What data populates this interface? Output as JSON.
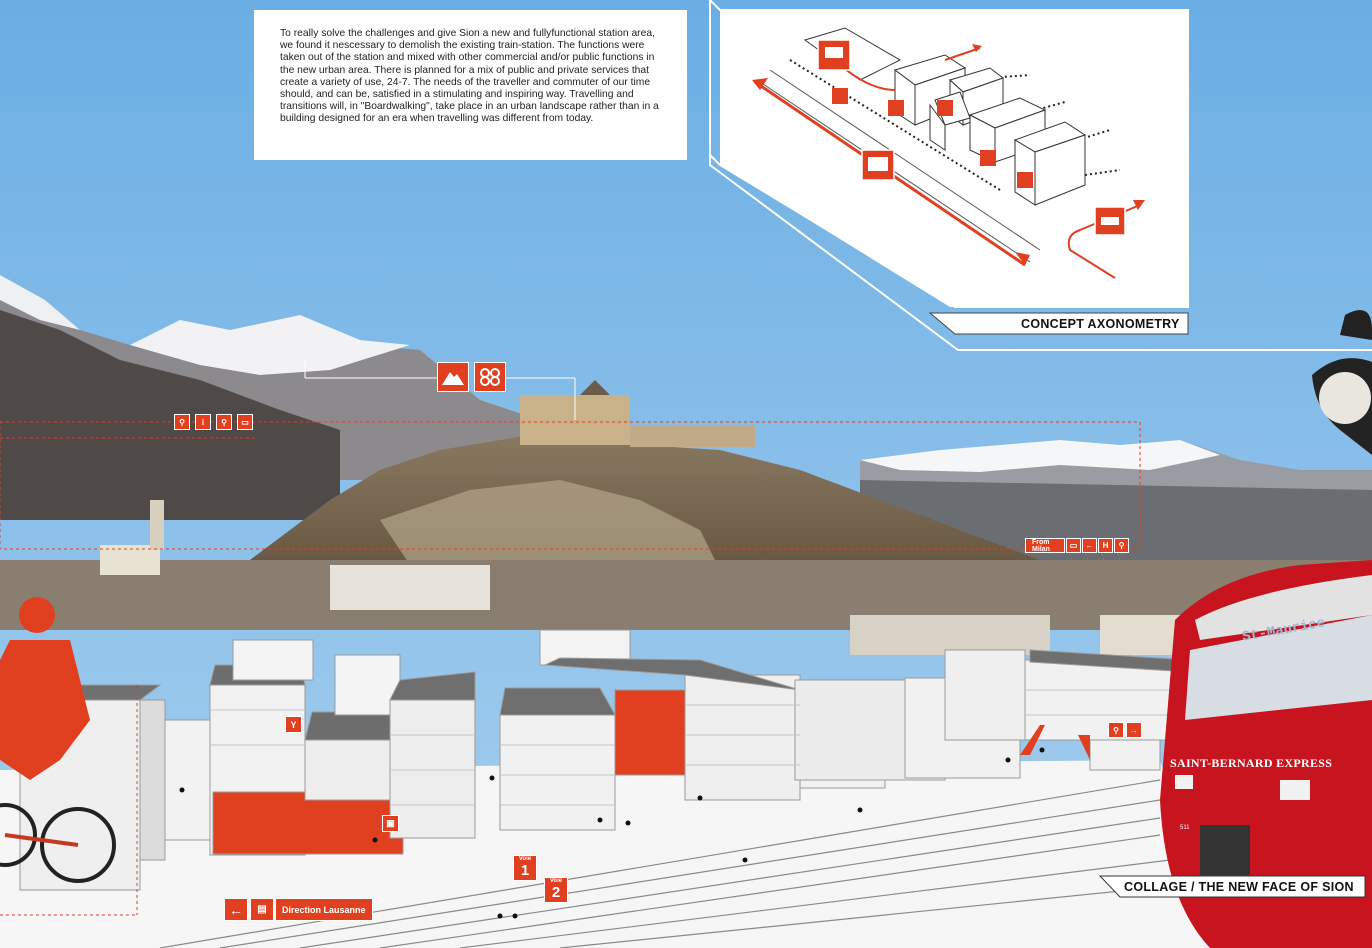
{
  "intro_text": "To really solve the challenges and give Sion a new and fullyfunctional station area, we found it nescessary to demolish the existing train-station. The functions were taken out of the station and mixed with other commercial and/or public functions in the new urban area. There is planned for a mix of public and private services that create a variety of use, 24-7. The needs of the traveller and commuter of our time should, and can be, satisfied in a stimulating and inspiring way. Travelling and transitions will, in \"Boardwalking\", take place in an urban landscape rather than in a building designed for an era when travelling was different from today.",
  "captions": {
    "axonometry": "CONCEPT AXONOMETRY",
    "collage": "COLLAGE / THE NEW FACE OF SION"
  },
  "tags": {
    "from_milan": "From Milan",
    "direction_lausanne": "Direction Lausanne"
  },
  "platforms": {
    "voie1_label": "Voie",
    "voie1_num": "1",
    "voie2_label": "Voie",
    "voie2_num": "2"
  },
  "train": {
    "destination": "St-Maurice",
    "name": "SAINT-BERNARD EXPRESS",
    "number": "511"
  },
  "colors": {
    "accent": "#e0401f",
    "sky": "#7cb6e4",
    "building_white": "#f2f2f2",
    "roof_grey": "#6e6e6e"
  },
  "icons": [
    "mountain-icon",
    "castle-icon",
    "bicycle-icon",
    "car-icon",
    "train-icon",
    "restaurant-icon",
    "info-icon",
    "luggage-icon",
    "bus-icon"
  ]
}
